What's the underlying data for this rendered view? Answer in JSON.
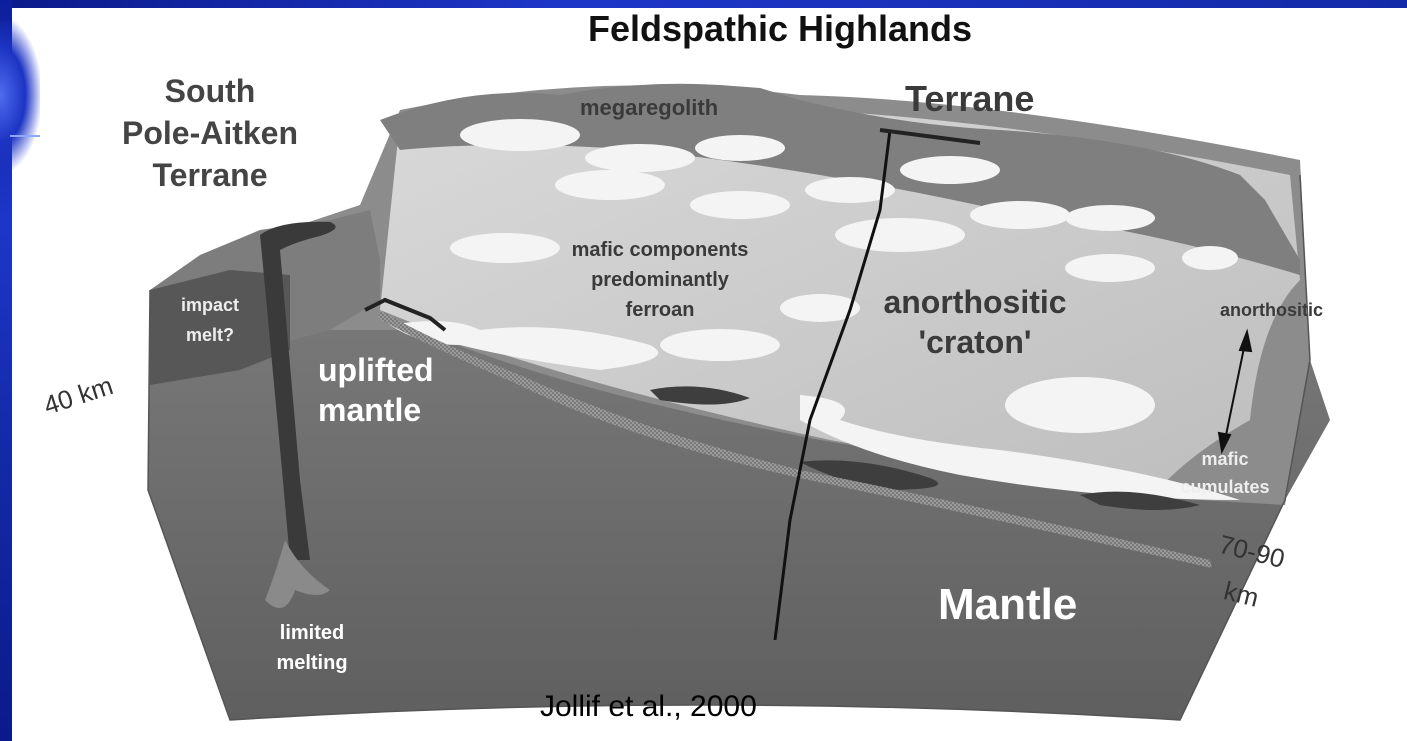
{
  "title_line1": "Feldspathic Highlands",
  "title_line2": "Terrane",
  "spa_terrane": [
    "South",
    "Pole-Aitken",
    "Terrane"
  ],
  "labels": {
    "megaregolith": "megaregolith",
    "mafic_components": [
      "mafic components",
      "predominantly",
      "ferroan"
    ],
    "anorthositic_craton": [
      "anorthositic",
      "'craton'"
    ],
    "anorthositic": "anorthositic",
    "impact_melt": [
      "impact",
      "melt?"
    ],
    "uplifted_mantle": [
      "uplifted",
      "mantle"
    ],
    "depth_40": "40 km",
    "mafic_cumulates": [
      "mafic",
      "cumulates"
    ],
    "depth_70_90": [
      "70-90",
      "km"
    ],
    "mantle": "Mantle",
    "limited_melting": [
      "limited",
      "melting"
    ]
  },
  "citation": "Jollif et al., 2000",
  "colors": {
    "frame_blue": "#1e36c8",
    "mantle_gray": "#6e6e6e",
    "crust_gray": "#8f8f8f",
    "anorthosite_light": "#cfcfcf",
    "lens_white": "#f4f4f4"
  }
}
